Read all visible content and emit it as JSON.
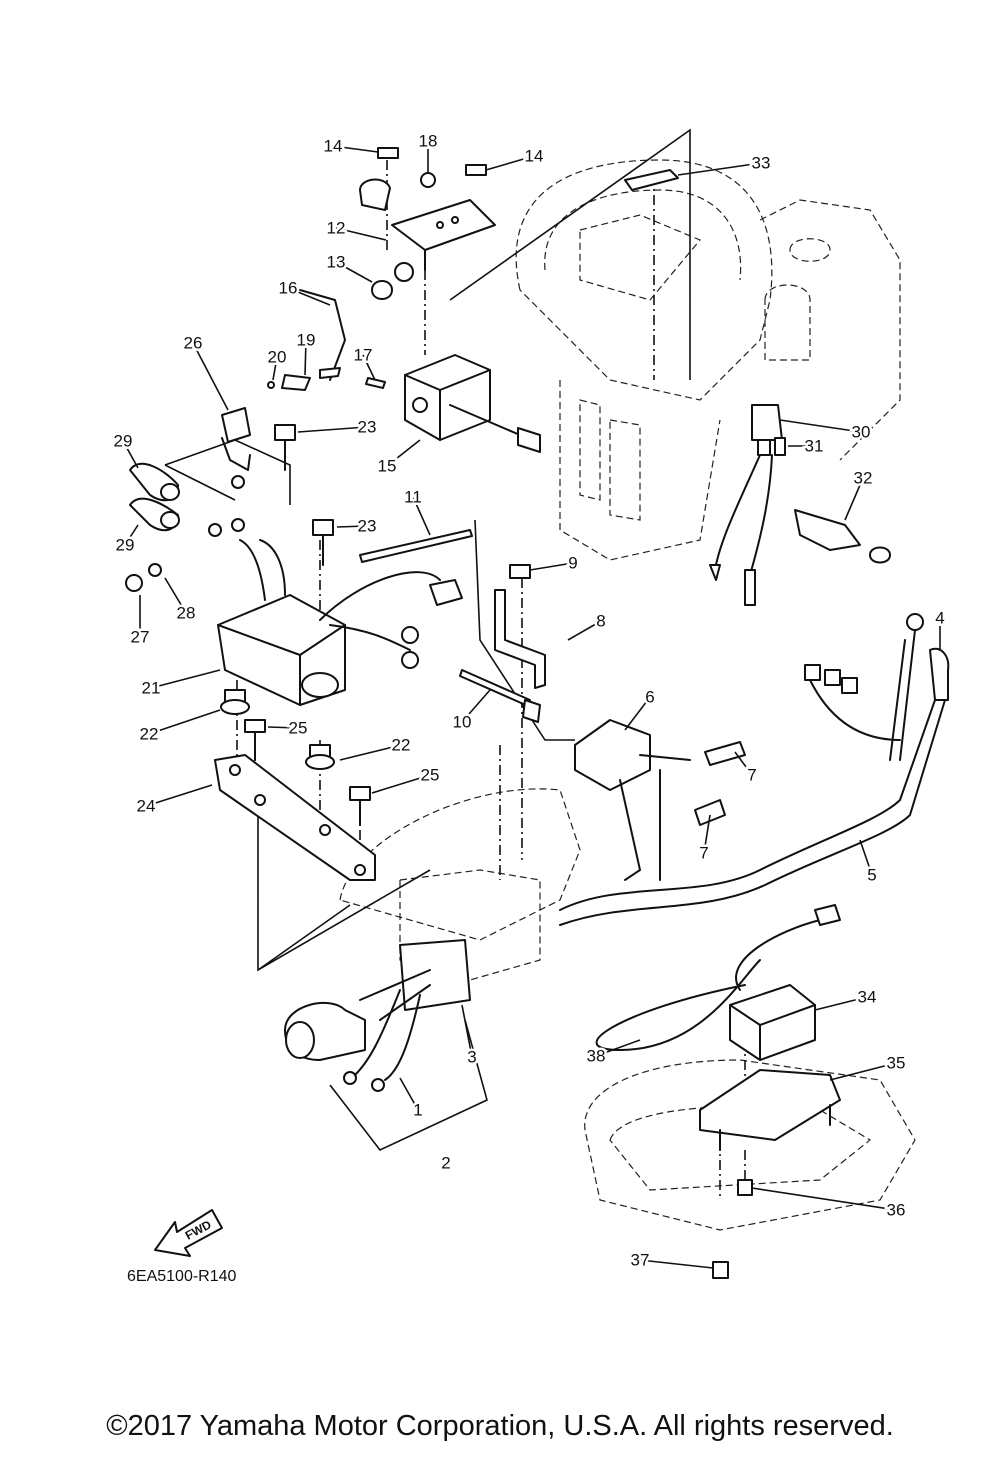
{
  "diagram": {
    "code": "6EA5100-R140",
    "fwd_label": "FWD",
    "callouts": [
      "1",
      "2",
      "3",
      "4",
      "5",
      "6",
      "7",
      "7",
      "8",
      "9",
      "10",
      "11",
      "12",
      "13",
      "14",
      "14",
      "15",
      "16",
      "17",
      "18",
      "19",
      "20",
      "21",
      "22",
      "22",
      "23",
      "23",
      "24",
      "25",
      "25",
      "26",
      "27",
      "28",
      "29",
      "29",
      "30",
      "31",
      "32",
      "33",
      "34",
      "35",
      "36",
      "37",
      "38"
    ]
  },
  "footer": {
    "copyright": "©2017 Yamaha Motor Corporation, U.S.A. All rights reserved."
  }
}
